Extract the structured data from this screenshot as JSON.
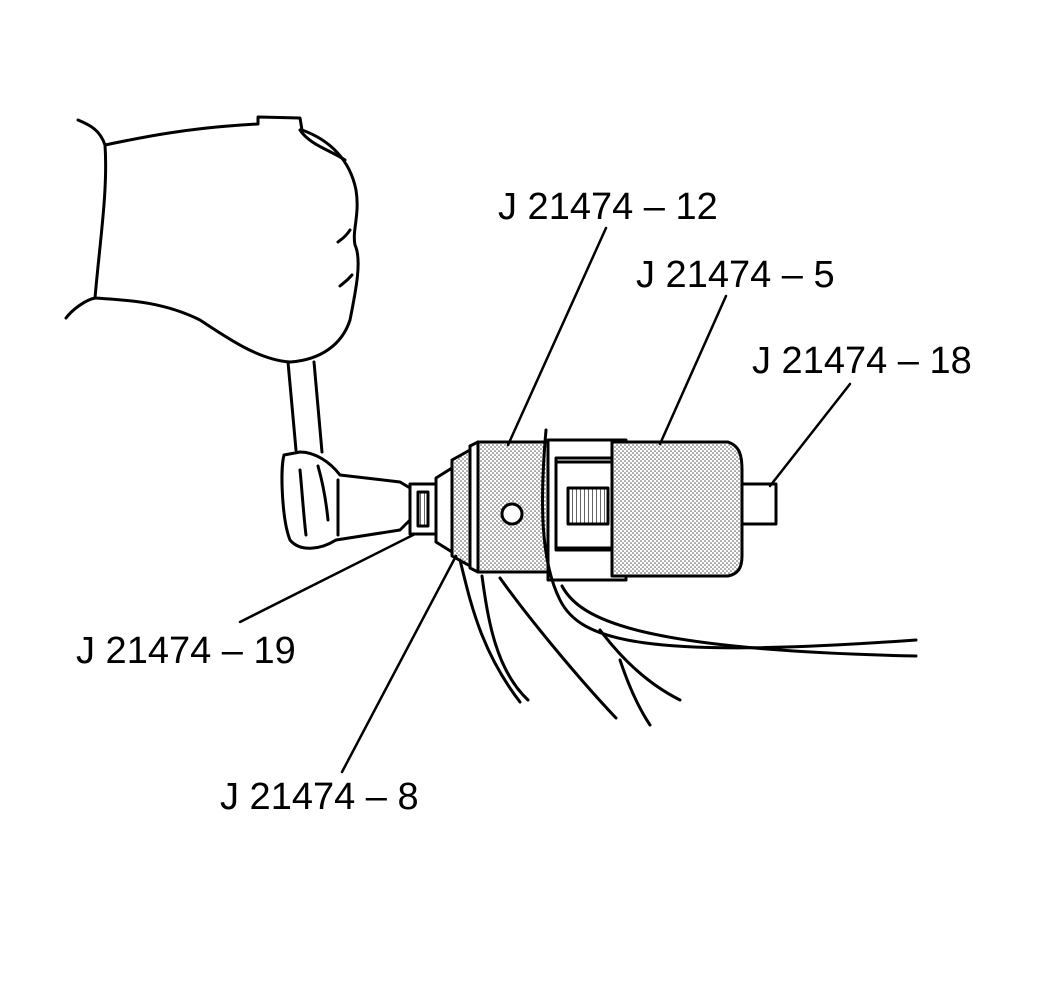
{
  "callouts": {
    "part_12": "J 21474 – 12",
    "part_5": "J 21474 – 5",
    "part_18": "J 21474 – 18",
    "part_19": "J 21474 – 19",
    "part_8": "J 21474 – 8"
  },
  "colors": {
    "ink": "#000000",
    "paper": "#ffffff",
    "stipple": "#c8c8c8"
  },
  "icons": [
    "hand-icon",
    "ratchet-wrench-icon",
    "tool-sleeve-icon",
    "spring-icon",
    "cable-icon"
  ]
}
